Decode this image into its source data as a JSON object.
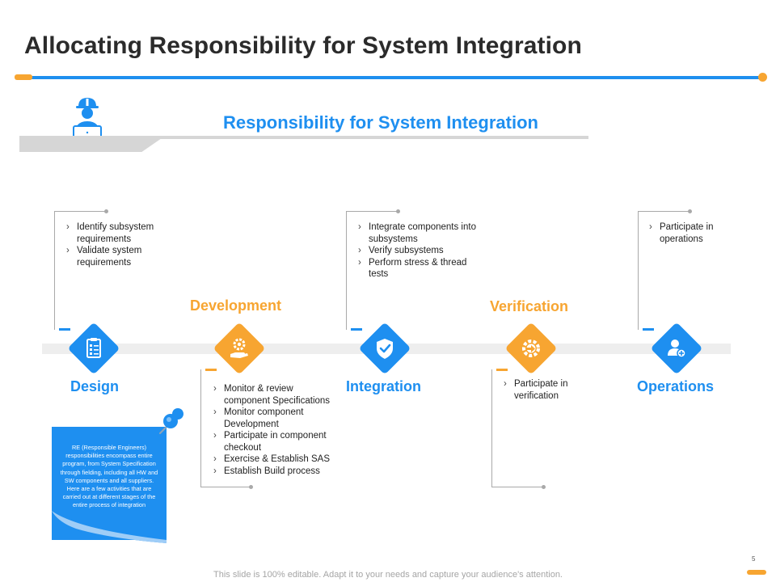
{
  "slide": {
    "title": "Allocating Responsibility for System Integration",
    "subtitle": "Responsibility for System Integration",
    "footer": "This slide is 100% editable. Adapt it to your needs and capture your audience's attention.",
    "page_number": "5"
  },
  "colors": {
    "primary": "#1e8ff0",
    "accent": "#f7a531",
    "line": "#a9a9a9"
  },
  "stages": [
    {
      "label": "Design",
      "color": "blue",
      "icon": "checklist-icon",
      "bullets": [
        "Identify subsystem requirements",
        "Validate system requirements"
      ]
    },
    {
      "label": "Development",
      "color": "orange",
      "icon": "gear-hand-icon",
      "bullets": [
        "Monitor & review component Specifications",
        "Monitor component Development",
        "Participate in component checkout",
        "Exercise & Establish SAS",
        "Establish Build process"
      ]
    },
    {
      "label": "Integration",
      "color": "blue",
      "icon": "shield-check-icon",
      "bullets": [
        "Integrate components into subsystems",
        "Verify subsystems",
        "Perform stress & thread tests"
      ]
    },
    {
      "label": "Verification",
      "color": "orange",
      "icon": "gear-arrow-icon",
      "bullets": [
        "Participate in verification"
      ]
    },
    {
      "label": "Operations",
      "color": "blue",
      "icon": "user-add-icon",
      "bullets": [
        "Participate in operations"
      ]
    }
  ],
  "note": {
    "text": "RE (Responsible Engineers) responsibilities encompass entire program, from System Specification through fielding, including all HW and SW components and all suppliers. Here are a few activities that are carried out at different stages of the entire process of integration"
  }
}
